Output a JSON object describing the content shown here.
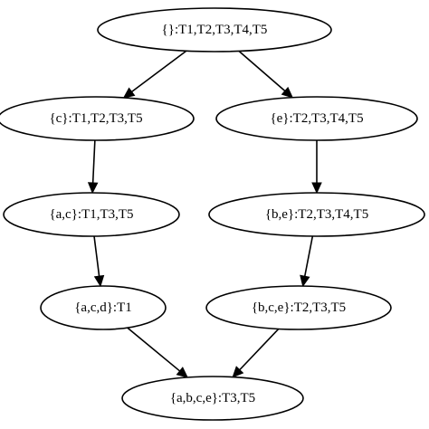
{
  "diagram": {
    "nodes": [
      {
        "id": "root",
        "label": "{}:T1,T2,T3,T4,T5"
      },
      {
        "id": "c",
        "label": "{c}:T1,T2,T3,T5"
      },
      {
        "id": "e",
        "label": "{e}:T2,T3,T4,T5"
      },
      {
        "id": "ac",
        "label": "{a,c}:T1,T3,T5"
      },
      {
        "id": "be",
        "label": "{b,e}:T2,T3,T4,T5"
      },
      {
        "id": "acd",
        "label": "{a,c,d}:T1"
      },
      {
        "id": "bce",
        "label": "{b,c,e}:T2,T3,T5"
      },
      {
        "id": "abce",
        "label": "{a,b,c,e}:T3,T5"
      }
    ],
    "edges": [
      {
        "from": "root",
        "to": "c"
      },
      {
        "from": "root",
        "to": "e"
      },
      {
        "from": "c",
        "to": "ac"
      },
      {
        "from": "e",
        "to": "be"
      },
      {
        "from": "ac",
        "to": "acd"
      },
      {
        "from": "be",
        "to": "bce"
      },
      {
        "from": "acd",
        "to": "abce"
      },
      {
        "from": "bce",
        "to": "abce"
      }
    ]
  }
}
